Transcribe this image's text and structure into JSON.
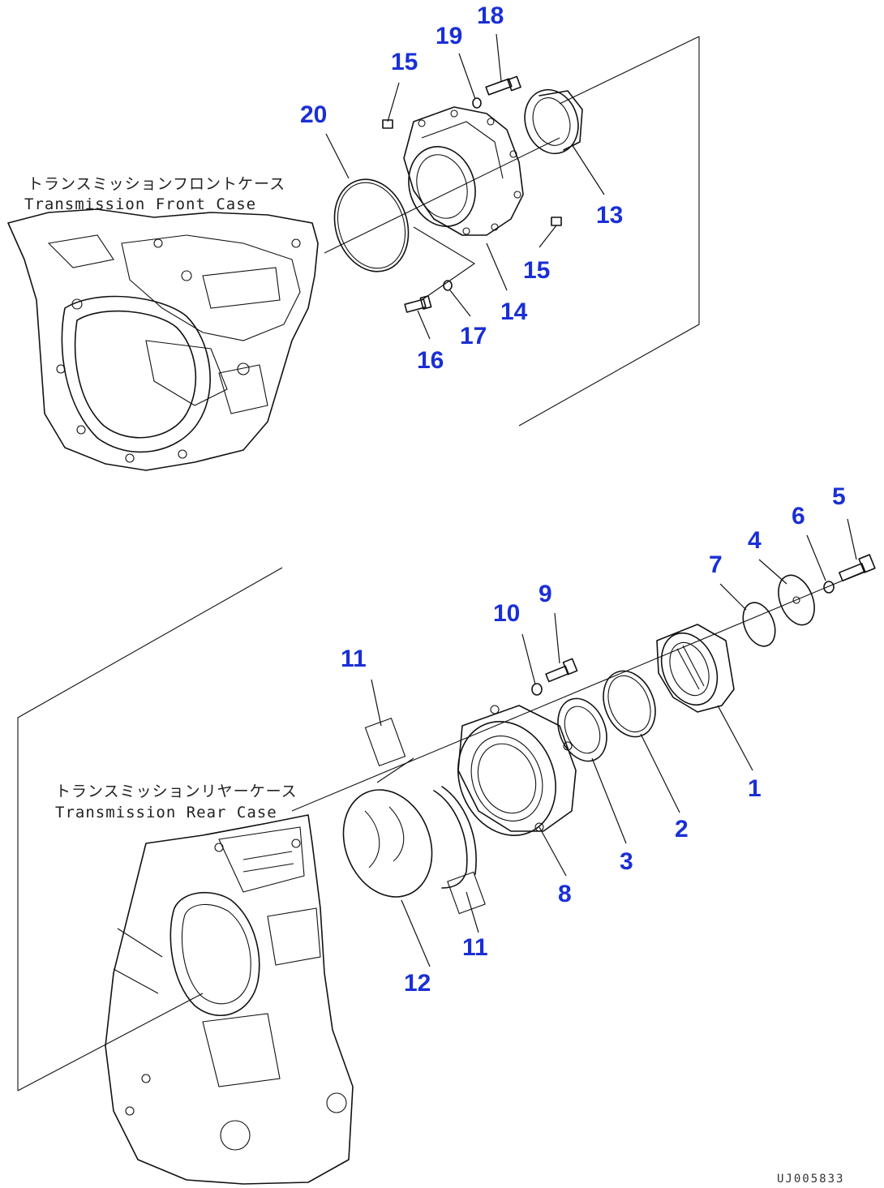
{
  "figure": {
    "drawing_code": "UJ005833",
    "upper_assembly": {
      "case_label_jp": "トランスミッションフロントケース",
      "case_label_en": "Transmission Front Case",
      "callouts": [
        "13",
        "14",
        "15",
        "15",
        "16",
        "17",
        "18",
        "19",
        "20"
      ]
    },
    "lower_assembly": {
      "case_label_jp": "トランスミッションリヤーケース",
      "case_label_en": "Transmission Rear Case",
      "callouts": [
        "1",
        "2",
        "3",
        "4",
        "5",
        "6",
        "7",
        "8",
        "9",
        "10",
        "11",
        "11",
        "12"
      ]
    }
  },
  "colors": {
    "callout": "#1a2fd6",
    "line": "#111111",
    "background": "#ffffff"
  }
}
